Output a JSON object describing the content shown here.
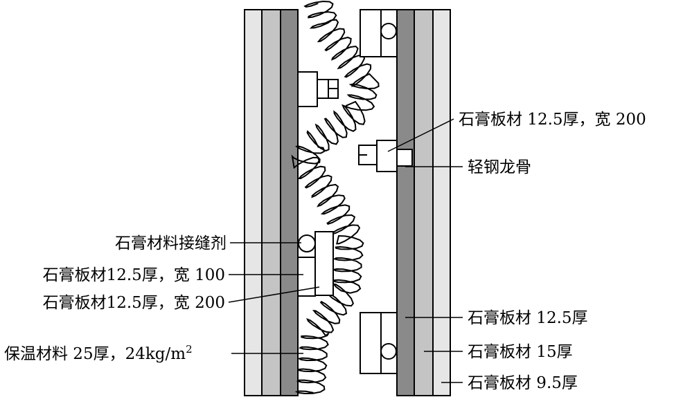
{
  "labels": {
    "board_12_5_w200_right": "石膏板材 12.5厚，宽 200",
    "light_steel_keel": "轻钢龙骨",
    "joint_compound": "石膏材料接缝剂",
    "board_12_5_w100": "石膏板材12.5厚，宽 100",
    "board_12_5_w200_left": "石膏板材12.5厚，宽 200",
    "insulation": "保温材料 25厚，24kg/m",
    "insulation_superscript": "2",
    "board_12_5": "石膏板材 12.5厚",
    "board_15": "石膏板材 15厚",
    "board_9_5": "石膏板材 9.5厚"
  },
  "colors": {
    "layer_light": "#e6e6e6",
    "layer_mid": "#c4c4c4",
    "layer_dark": "#8a8a8a",
    "line": "#000000",
    "background": "#ffffff"
  }
}
